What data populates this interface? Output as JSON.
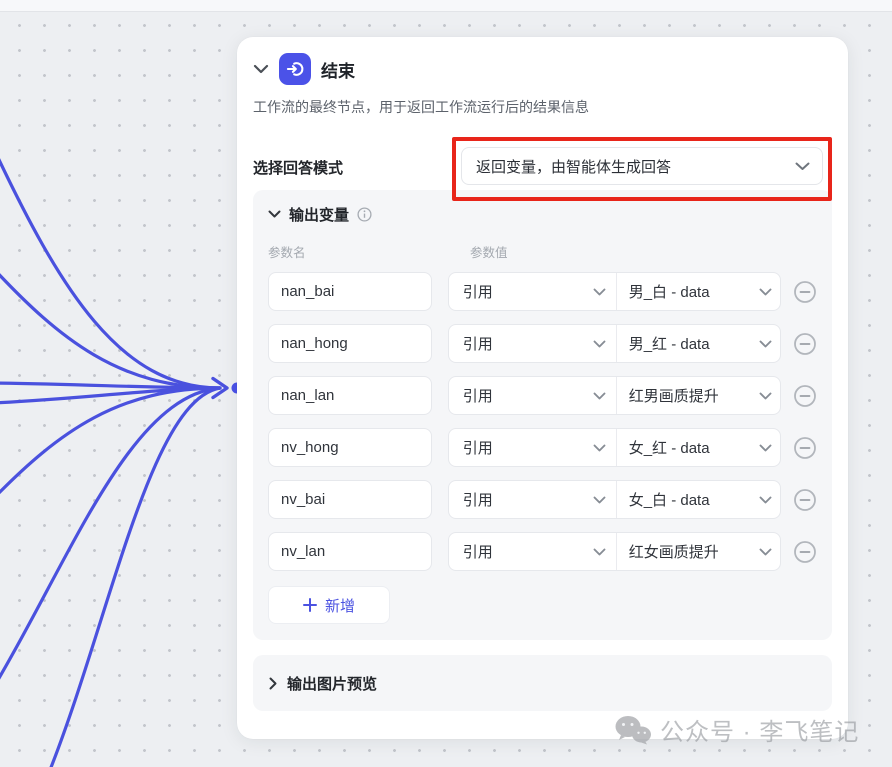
{
  "canvas": {
    "edge_count": 7,
    "edge_color": "#4a51de",
    "port_dot_color": "#4b52e8"
  },
  "node_panel": {
    "header": {
      "title": "结束",
      "collapse_icon": "chevron-down-icon",
      "node_icon": "end-node-icon"
    },
    "description": "工作流的最终节点，用于返回工作流运行后的结果信息",
    "answer_mode": {
      "label": "选择回答模式",
      "selected_option": "返回变量，由智能体生成回答",
      "annotation": "red-highlight-box"
    },
    "output_variables": {
      "title": "输出变量",
      "info_icon": "info-circle-icon",
      "columns": {
        "name": "参数名",
        "value": "参数值"
      },
      "rows": [
        {
          "name": "nan_bai",
          "method": "引用",
          "value": "男_白 - data"
        },
        {
          "name": "nan_hong",
          "method": "引用",
          "value": "男_红 - data"
        },
        {
          "name": "nan_lan",
          "method": "引用",
          "value": "红男画质提升"
        },
        {
          "name": "nv_hong",
          "method": "引用",
          "value": "女_红 - data"
        },
        {
          "name": "nv_bai",
          "method": "引用",
          "value": "女_白 - data"
        },
        {
          "name": "nv_lan",
          "method": "引用",
          "value": "红女画质提升"
        }
      ],
      "add_button_label": "新增"
    },
    "output_preview": {
      "title": "输出图片预览",
      "collapse_icon": "chevron-right-icon"
    }
  },
  "watermark": {
    "icon": "wechat-icon",
    "text": "公众号 · 李飞笔记"
  },
  "colors": {
    "accent_blue": "#4b52e1",
    "annotation_red": "#e8251a",
    "canvas_bg": "#edeff2",
    "panel_bg": "#ffffff",
    "section_bg": "#f5f6f8"
  }
}
